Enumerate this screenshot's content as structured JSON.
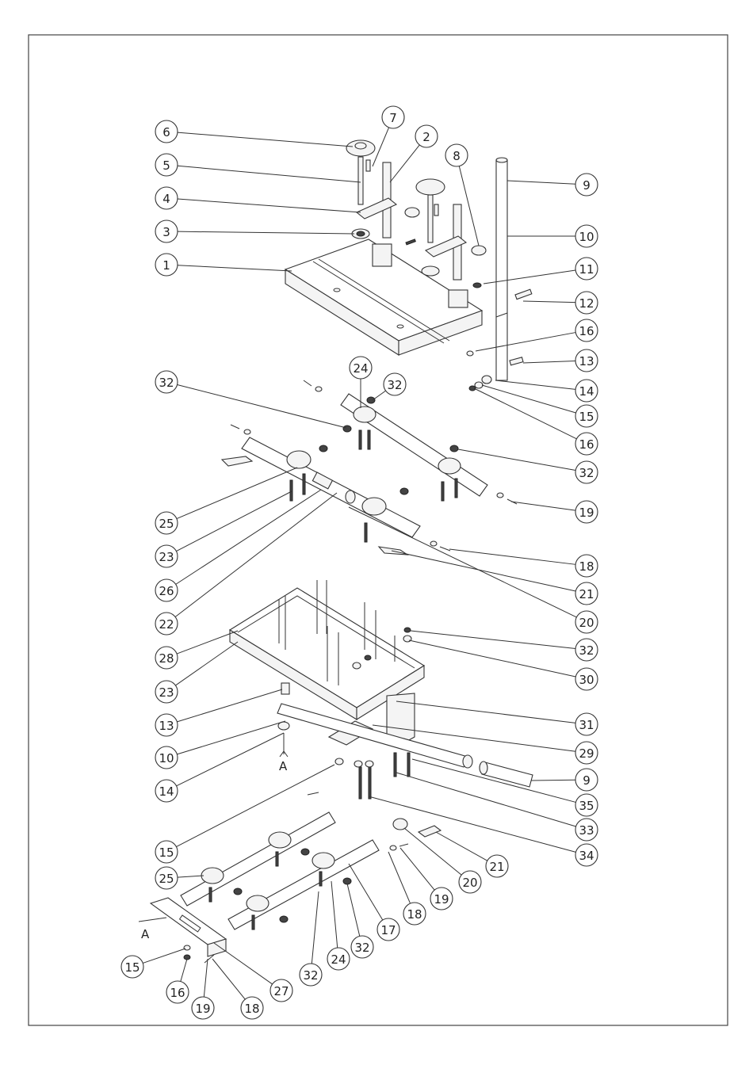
{
  "callouts": [
    {
      "n": "6"
    },
    {
      "n": "7"
    },
    {
      "n": "2"
    },
    {
      "n": "8"
    },
    {
      "n": "5"
    },
    {
      "n": "9"
    },
    {
      "n": "4"
    },
    {
      "n": "3"
    },
    {
      "n": "10"
    },
    {
      "n": "1"
    },
    {
      "n": "11"
    },
    {
      "n": "12"
    },
    {
      "n": "16"
    },
    {
      "n": "13"
    },
    {
      "n": "24"
    },
    {
      "n": "32"
    },
    {
      "n": "32"
    },
    {
      "n": "14"
    },
    {
      "n": "15"
    },
    {
      "n": "16"
    },
    {
      "n": "32"
    },
    {
      "n": "25"
    },
    {
      "n": "19"
    },
    {
      "n": "23"
    },
    {
      "n": "26"
    },
    {
      "n": "18"
    },
    {
      "n": "22"
    },
    {
      "n": "21"
    },
    {
      "n": "20"
    },
    {
      "n": "28"
    },
    {
      "n": "32"
    },
    {
      "n": "23"
    },
    {
      "n": "30"
    },
    {
      "n": "13"
    },
    {
      "n": "31"
    },
    {
      "n": "10"
    },
    {
      "n": "29"
    },
    {
      "n": "14"
    },
    {
      "n": "9"
    },
    {
      "n": "35"
    },
    {
      "n": "33"
    },
    {
      "n": "34"
    },
    {
      "n": "15"
    },
    {
      "n": "21"
    },
    {
      "n": "25"
    },
    {
      "n": "20"
    },
    {
      "n": "19"
    },
    {
      "n": "18"
    },
    {
      "n": "17"
    },
    {
      "n": "32"
    },
    {
      "n": "24"
    },
    {
      "n": "15"
    },
    {
      "n": "32"
    },
    {
      "n": "27"
    },
    {
      "n": "16"
    },
    {
      "n": "19"
    },
    {
      "n": "18"
    }
  ],
  "assembly_marks": [
    "A",
    "A"
  ]
}
